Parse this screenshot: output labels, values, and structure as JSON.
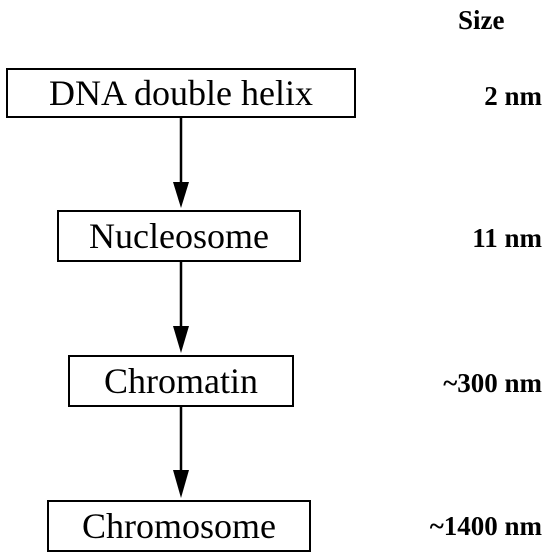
{
  "header": {
    "size_label": "Size"
  },
  "levels": [
    {
      "name": "DNA double helix",
      "size": "2 nm"
    },
    {
      "name": "Nucleosome",
      "size": "11 nm"
    },
    {
      "name": "Chromatin",
      "size": "~300 nm"
    },
    {
      "name": "Chromosome",
      "size": "~1400 nm"
    }
  ],
  "colors": {
    "line": "#000000",
    "background": "#ffffff"
  }
}
